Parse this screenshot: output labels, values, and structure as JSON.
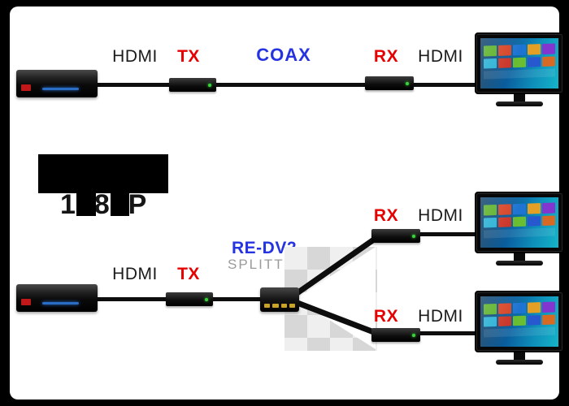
{
  "palette": {
    "frame_background": "#000000",
    "canvas_background": "#ffffff",
    "label_color": "#1b1b1b",
    "tx_rx_color": "#e60000",
    "coax_color": "#2633e0",
    "model_color": "#2633e0",
    "splitter_label_color": "#9b9b9b",
    "cable_color": "#0d0d0d"
  },
  "single_run": {
    "source_hdmi_label": "HDMI",
    "tx_label": "TX",
    "coax_label": "COAX",
    "rx_label": "RX",
    "display_hdmi_label": "HDMI"
  },
  "info": {
    "resolution_label": "1080P"
  },
  "split_run": {
    "source_hdmi_label": "HDMI",
    "tx_label": "TX",
    "splitter_model": "RE-DV2",
    "splitter_type": "SPLITTER",
    "top_branch": {
      "rx_label": "RX",
      "hdmi_label": "HDMI"
    },
    "bottom_branch": {
      "rx_label": "RX",
      "hdmi_label": "HDMI"
    }
  }
}
